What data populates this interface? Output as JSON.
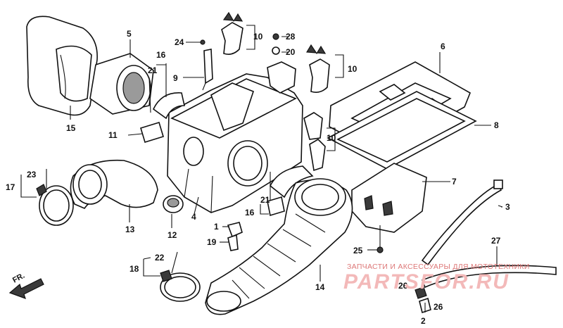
{
  "callouts": {
    "c1": "1",
    "c2": "2",
    "c3": "3",
    "c4": "4",
    "c5": "5",
    "c6": "6",
    "c7": "7",
    "c8": "8",
    "c9": "9",
    "c10a": "10",
    "c10b": "10",
    "c10c": "10",
    "c11": "11",
    "c12": "12",
    "c13": "13",
    "c14": "14",
    "c15": "15",
    "c16a": "16",
    "c16b": "16",
    "c17": "17",
    "c18": "18",
    "c19": "19",
    "c20": "20",
    "c21a": "21",
    "c21b": "21",
    "c22": "22",
    "c23": "23",
    "c24": "24",
    "c25": "25",
    "c26a": "26",
    "c26b": "26",
    "c27": "27",
    "c28": "28"
  },
  "direction_label": "FR.",
  "watermark": {
    "caption": "ЗАПЧАСТИ И АКСЕССУАРЫ ДЛЯ МОТОТЕХНИКИ",
    "logo": "PARTSFOR.RU"
  },
  "colors": {
    "ink": "#111111",
    "watermark": "#f3b9b9"
  }
}
